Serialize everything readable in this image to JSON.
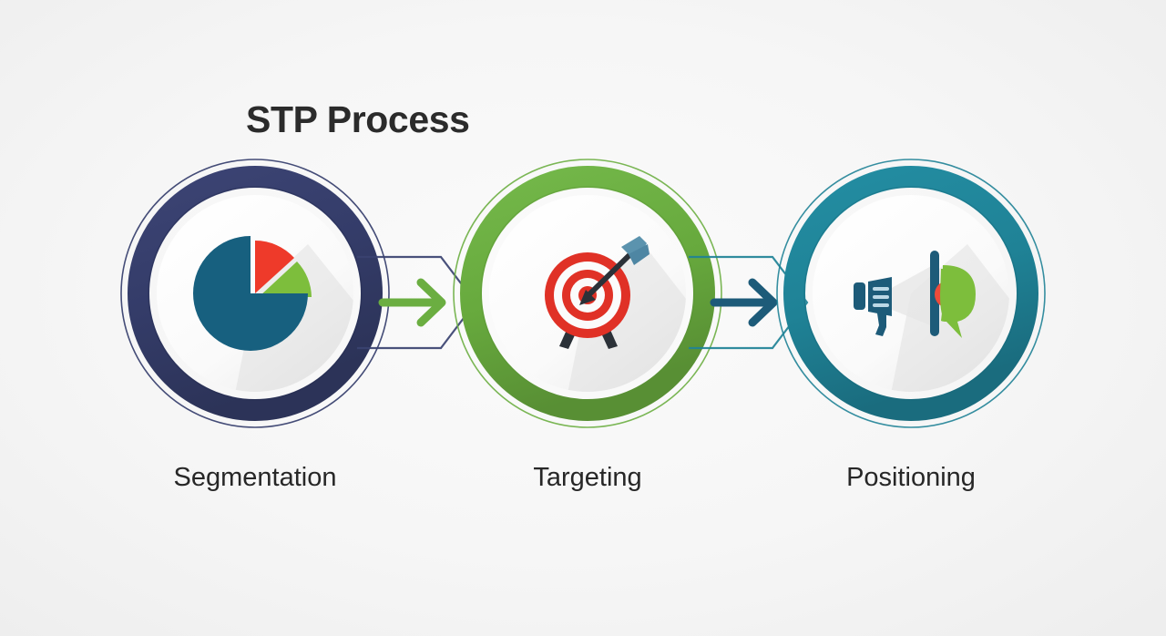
{
  "diagram": {
    "title": "STP Process",
    "background_color": "#f5f5f5",
    "title_color": "#2b2b2b",
    "steps": [
      {
        "label": "Segmentation",
        "icon": "pie-chart-icon",
        "ring_color": "#3a4270",
        "hairline_color": "#3a4270",
        "icon_colors": {
          "major_slice": "#17607f",
          "red_slice": "#ee3a2a",
          "green_slice": "#7dbe3c"
        }
      },
      {
        "label": "Targeting",
        "icon": "target-with-arrow-icon",
        "ring_color": "#6bae41",
        "hairline_color": "#6bae41",
        "icon_colors": {
          "rings": "#e03126",
          "arrow_shaft": "#2b3138",
          "arrow_fletching": "#5b93ae",
          "stand_legs": "#2b3138"
        }
      },
      {
        "label": "Positioning",
        "icon": "megaphone-speech-bubble-icon",
        "ring_color": "#1f8296",
        "hairline_color": "#1f8296",
        "icon_colors": {
          "megaphone": "#1d5b79",
          "speech_bubble": "#7dbe3c",
          "accent": "#ee4b3a"
        }
      }
    ],
    "connectors": [
      {
        "name": "segmentation-to-targeting",
        "arrow_color": "#6bae41",
        "outline_color": "#3a4270",
        "direction": "right"
      },
      {
        "name": "targeting-to-positioning",
        "arrow_color": "#1d5b79",
        "outline_color": "#1f8296",
        "direction": "right"
      }
    ]
  }
}
